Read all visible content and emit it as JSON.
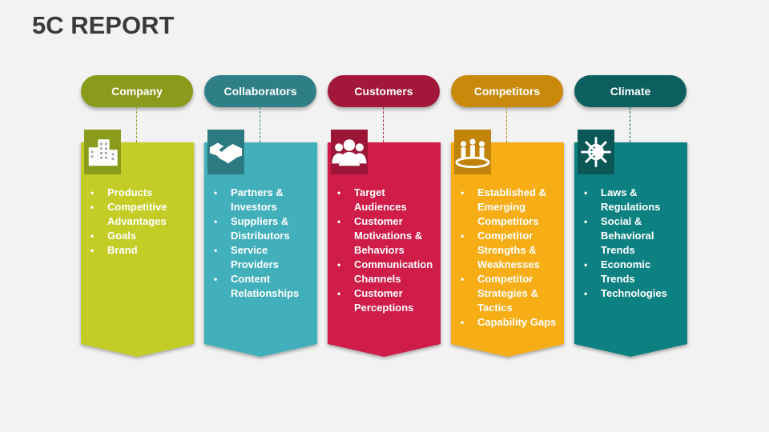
{
  "title": "5C REPORT",
  "columns": [
    {
      "label": "Company",
      "icon": "buildings-icon",
      "colors": {
        "pill": "#8a9a1b",
        "card": "#c3cd28",
        "dark": "#8a9a1b",
        "line": "#8a9a1b"
      },
      "items": [
        "Products",
        "Competitive Advantages",
        "Goals",
        "Brand"
      ]
    },
    {
      "label": "Collaborators",
      "icon": "handshake-icon",
      "colors": {
        "pill": "#2f7f87",
        "card": "#43b0bb",
        "dark": "#2c7b82",
        "line": "#2f7f87"
      },
      "items": [
        "Partners & Investors",
        "Suppliers & Distributors",
        "Service Providers",
        "Content Relationships"
      ]
    },
    {
      "label": "Customers",
      "icon": "customers-icon",
      "colors": {
        "pill": "#a2173a",
        "card": "#cf1e4a",
        "dark": "#9b1637",
        "line": "#a2173a"
      },
      "items": [
        "Target Audiences",
        "Customer Motivations & Behaviors",
        "Communication Channels",
        "Customer Perceptions"
      ]
    },
    {
      "label": "Competitors",
      "icon": "competitors-icon",
      "colors": {
        "pill": "#c98a0c",
        "card": "#f6ad19",
        "dark": "#c2830a",
        "line": "#c98a0c"
      },
      "items": [
        "Established & Emerging Competitors",
        "Competitor Strengths & Weaknesses",
        "Competitor Strategies & Tactics",
        "Capability Gaps"
      ]
    },
    {
      "label": "Climate",
      "icon": "climate-icon",
      "colors": {
        "pill": "#0d5f5f",
        "card": "#108181",
        "dark": "#0b5656",
        "line": "#0d5f5f"
      },
      "items": [
        "Laws & Regulations",
        "Social & Behavioral Trends",
        "Economic Trends",
        "Technologies"
      ]
    }
  ]
}
